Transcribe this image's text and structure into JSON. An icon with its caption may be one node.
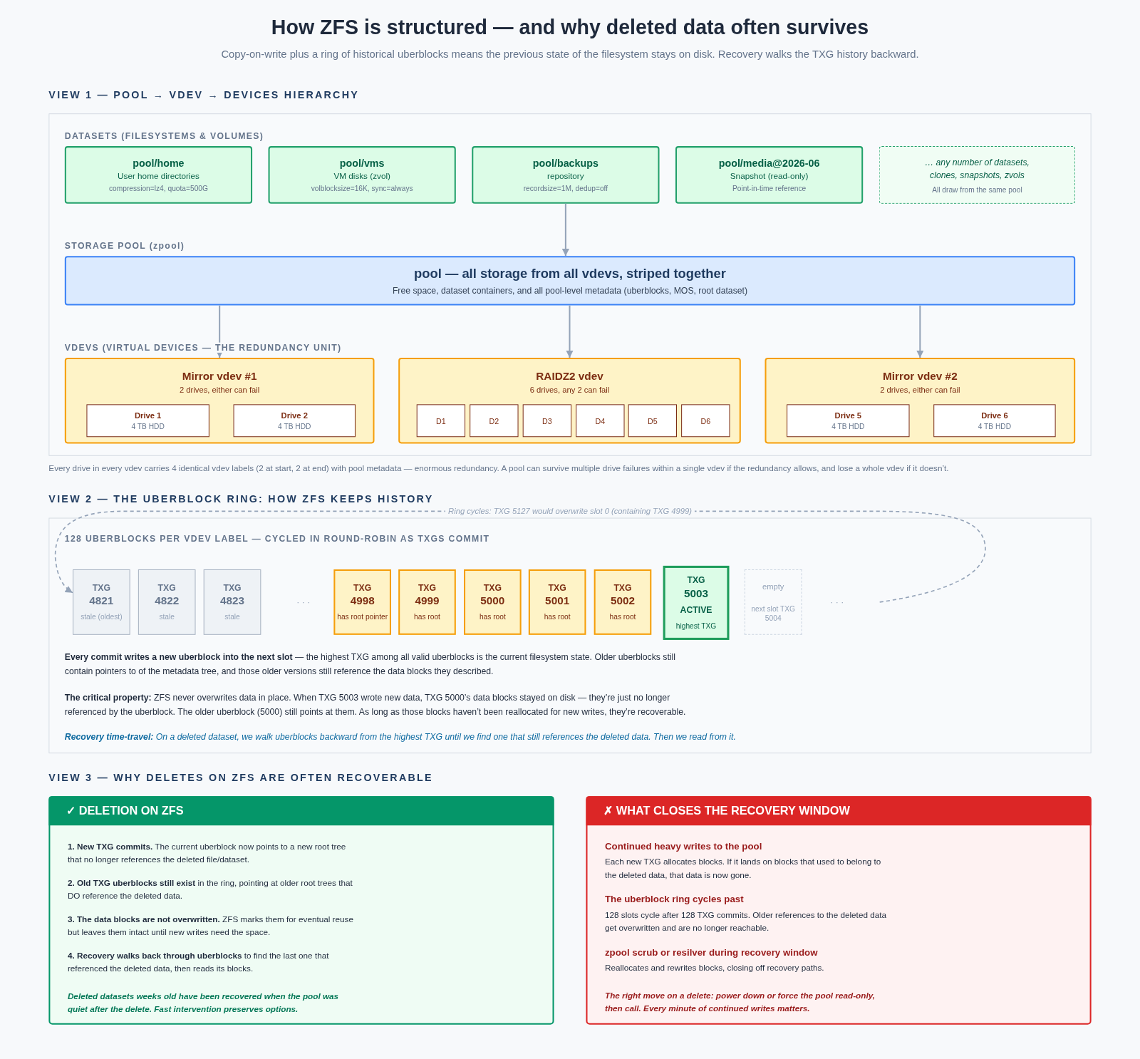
{
  "diagram": {
    "title": "How ZFS is structured — and why deleted data often survives",
    "caption": "Copy-on-write plus a ring of historical uberblocks means the previous state of the filesystem stays on disk. Recovery walks the TXG history backward.",
    "nodes": [
      {
        "text": [
          "VIEW 1 — POOL → VDEV → DEVICES HIERARCHY"
        ]
      },
      {
        "text": [
          "pool/home",
          "User home directories",
          "compression=lz4, quota=500G"
        ],
        "in": 0
      },
      {
        "text": [
          "pool/vms",
          "VM disks (zvol)",
          "volblocksize=16K, sync=always"
        ],
        "in": 0
      },
      {
        "text": [
          "pool/backups",
          "repository",
          "recordsize=1M, dedup=off"
        ],
        "in": 0
      },
      {
        "text": [
          "pool/media@2026-06",
          "Snapshot (read-only)",
          "Point-in-time reference"
        ],
        "in": 0
      },
      {
        "text": [
          "… any number of datasets, clones, snapshots, zvols",
          "All draw from the same pool"
        ],
        "in": 0
      },
      {
        "text": [
          "pool — all storage from all vdevs, striped together",
          "Free space, dataset containers, and all pool-level metadata (uberblocks, MOS, root dataset)"
        ],
        "in": 0
      },
      {
        "text": [
          "Mirror vdev #1",
          "2 drives, either can fail"
        ],
        "in": 0
      },
      {
        "text": [
          "Drive 1",
          "4 TB HDD"
        ],
        "in": 7
      },
      {
        "text": [
          "Drive 2",
          "4 TB HDD"
        ],
        "in": 7
      },
      {
        "text": [
          "RAIDZ2 vdev",
          "6 drives, any 2 can fail"
        ],
        "in": 0
      },
      {
        "text": [
          "D1"
        ],
        "in": 10
      },
      {
        "text": [
          "D2"
        ],
        "in": 10
      },
      {
        "text": [
          "D3"
        ],
        "in": 10
      },
      {
        "text": [
          "D4"
        ],
        "in": 10
      },
      {
        "text": [
          "D5"
        ],
        "in": 10
      },
      {
        "text": [
          "D6"
        ],
        "in": 10
      },
      {
        "text": [
          "Mirror vdev #2",
          "2 drives, either can fail"
        ],
        "in": 0
      },
      {
        "text": [
          "Drive 5",
          "4 TB HDD"
        ],
        "in": 17
      },
      {
        "text": [
          "Drive 6",
          "4 TB HDD"
        ],
        "in": 17
      },
      {
        "text": [
          "VIEW 2 — THE UBERBLOCK RING: HOW ZFS KEEPS HISTORY"
        ]
      },
      {
        "text": [
          "TXG",
          "4821",
          "stale (oldest)"
        ],
        "in": 20
      },
      {
        "text": [
          "TXG",
          "4822",
          "stale"
        ],
        "in": 20
      },
      {
        "text": [
          "TXG",
          "4823",
          "stale"
        ],
        "in": 20
      },
      {
        "text": [
          "TXG",
          "4998",
          "has root pointer"
        ],
        "in": 20
      },
      {
        "text": [
          "TXG",
          "4999",
          "has root"
        ],
        "in": 20
      },
      {
        "text": [
          "TXG",
          "5000",
          "has root"
        ],
        "in": 20
      },
      {
        "text": [
          "TXG",
          "5001",
          "has root"
        ],
        "in": 20
      },
      {
        "text": [
          "TXG",
          "5002",
          "has root"
        ],
        "in": 20
      },
      {
        "text": [
          "TXG",
          "5003",
          "ACTIVE",
          "highest TXG"
        ],
        "in": 20
      },
      {
        "text": [
          "empty",
          "next slot TXG 5004"
        ],
        "in": 20
      },
      {
        "text": [
          "✓ DELETION ON ZFS",
          "**1. New TXG commits.** The current uberblock now points to a new root tree that no longer references the deleted file/dataset.",
          "**2. Old TXG uberblocks still exist** in the ring, pointing at older root trees that DO reference the deleted data.",
          "**3. The data blocks are not overwritten.** ZFS marks them for eventual reuse but leaves them intact until new writes need the space.",
          "**4. Recovery walks back through uberblocks** to find the last one that referenced the deleted data, then reads its blocks.",
          "Deleted datasets weeks old have been recovered when the pool was quiet after the delete. Fast intervention preserves options."
        ]
      },
      {
        "text": [
          "✗ WHAT CLOSES THE RECOVERY WINDOW",
          "Continued heavy writes to the pool",
          "Each new TXG allocates blocks. If it lands on blocks that used to belong to the deleted data, that data is now gone.",
          "The uberblock ring cycles past",
          "128 slots cycle after 128 TXG commits. Older references to the deleted data get overwritten and are no longer reachable.",
          "zpool scrub or resilver during recovery window",
          "Reallocates and rewrites blocks, closing off recovery paths.",
          "The right move on a delete: power down or force the pool read-only, then call. Every minute of continued writes matters."
        ]
      }
    ],
    "edges": [
      {
        "from": 3,
        "to": 6,
        "arrow": "to"
      },
      {
        "from": 6,
        "to": 7,
        "arrow": "to"
      },
      {
        "from": 6,
        "to": 10,
        "arrow": "to"
      },
      {
        "from": 6,
        "to": 17,
        "arrow": "to"
      },
      {
        "from": null,
        "to": 21,
        "arrow": "to",
        "style": "dashed",
        "label": "Ring cycles: TXG 5127 would overwrite slot 0 (containing TXG 4999)"
      }
    ],
    "labels": [
      "DATASETS (FILESYSTEMS & VOLUMES)",
      "STORAGE POOL (zpool)",
      "VDEVS (VIRTUAL DEVICES — THE REDUNDANCY UNIT)",
      "Every drive in every vdev carries 4 identical vdev labels (2 at start, 2 at end) with pool metadata — enormous redundancy. A pool can survive multiple drive failures within a single vdev if the redundancy allows, and lose a whole vdev if it doesn’t.",
      "128 UBERBLOCKS PER VDEV LABEL — CYCLED IN ROUND-ROBIN AS TXGS COMMIT",
      "· · ·",
      "· · ·",
      "**Every commit writes a new uberblock into the next slot** — the highest TXG among all valid uberblocks is the current filesystem state. Older uberblocks still contain pointers to of the metadata tree, and those older versions still reference the data blocks they described.",
      "**The critical property:** ZFS never overwrites data in place. When TXG 5003 wrote new data, TXG 5000’s data blocks stayed on disk — they’re just no longer referenced by the uberblock. The older uberblock (5000) still points at them. As long as those blocks haven’t been reallocated for new writes, they’re recoverable.",
      "**Recovery time-travel:** On a deleted dataset, we walk uberblocks backward from the highest TXG until we find one that still references the deleted data. Then we read from it.",
      "VIEW 3 — WHY DELETES ON ZFS ARE OFTEN RECOVERABLE"
    ]
  }
}
